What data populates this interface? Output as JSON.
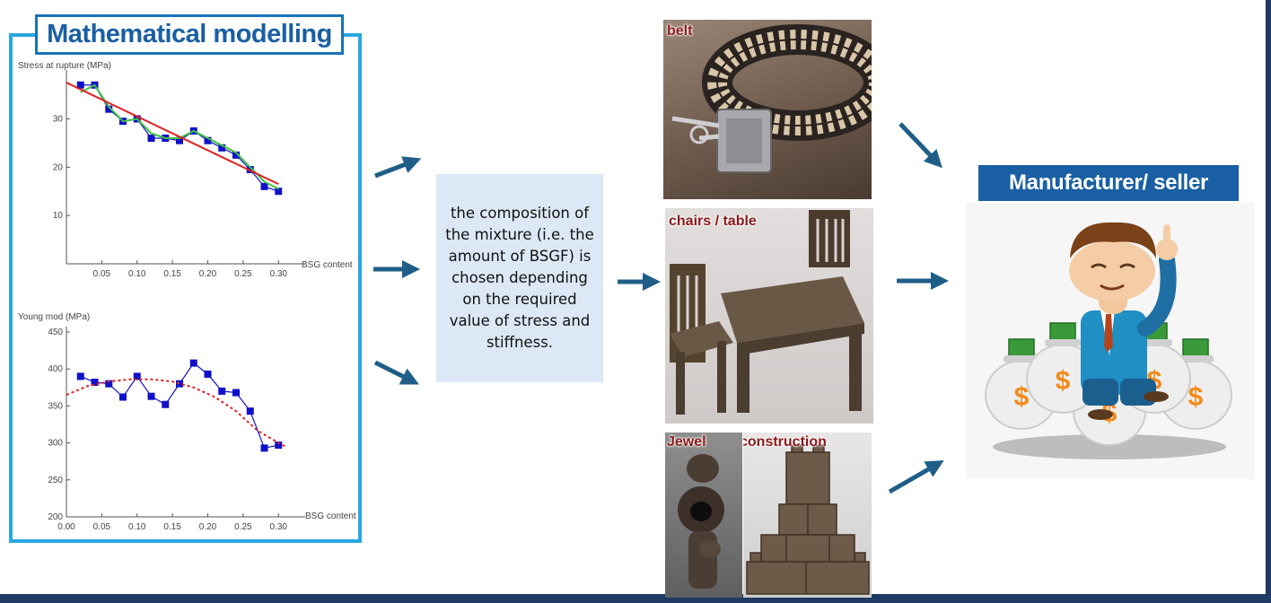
{
  "modelling": {
    "title": "Mathematical modelling"
  },
  "colors": {
    "frame": "#29a7df",
    "title_border": "#1a73b8",
    "arrow": "#1f5f87",
    "measured": "#1010c8",
    "fit_red": "#e02020",
    "fit_green": "#40c040"
  },
  "chart_data": [
    {
      "type": "line",
      "ylabel": "Stress at rupture (MPa)",
      "xlabel": "BSG content",
      "x_ticks": [
        "0.05",
        "0.10",
        "0.15",
        "0.20",
        "0.25",
        "0.30"
      ],
      "y_ticks": [
        "10",
        "20",
        "30"
      ],
      "xlim": [
        0,
        0.32
      ],
      "ylim": [
        0,
        39
      ],
      "series": [
        {
          "name": "",
          "style": "square-markers",
          "x": [
            0.02,
            0.04,
            0.06,
            0.08,
            0.1,
            0.12,
            0.14,
            0.16,
            0.18,
            0.2,
            0.22,
            0.24,
            0.26,
            0.28,
            0.3
          ],
          "values": [
            37,
            37,
            32,
            29.5,
            30,
            26,
            26,
            25.5,
            27.5,
            25.5,
            24,
            22.5,
            19.5,
            16,
            15
          ]
        },
        {
          "name": "",
          "style": "green-smooth",
          "x": [
            0.02,
            0.04,
            0.06,
            0.08,
            0.1,
            0.12,
            0.14,
            0.16,
            0.18,
            0.2,
            0.22,
            0.24,
            0.26,
            0.28,
            0.3
          ],
          "values": [
            35.5,
            37,
            32.5,
            29.5,
            30,
            27,
            26,
            26,
            27.5,
            26,
            24.5,
            23,
            20,
            17,
            15.5
          ]
        },
        {
          "name": "",
          "style": "red-linear-fit",
          "x": [
            0.0,
            0.3
          ],
          "values": [
            37.5,
            16.5
          ]
        }
      ]
    },
    {
      "type": "line",
      "ylabel": "Young mod (MPa)",
      "xlabel": "BSG content",
      "x_ticks": [
        "0.00",
        "0.05",
        "0.10",
        "0.15",
        "0.20",
        "0.25",
        "0.30"
      ],
      "y_ticks": [
        "200",
        "250",
        "300",
        "350",
        "400",
        "450"
      ],
      "xlim": [
        0,
        0.32
      ],
      "ylim": [
        200,
        450
      ],
      "series": [
        {
          "name": "",
          "style": "square-markers",
          "x": [
            0.02,
            0.04,
            0.06,
            0.08,
            0.1,
            0.12,
            0.14,
            0.16,
            0.18,
            0.2,
            0.22,
            0.24,
            0.26,
            0.28,
            0.3
          ],
          "values": [
            390,
            382,
            380,
            362,
            390,
            363,
            352,
            380,
            408,
            393,
            370,
            368,
            343,
            293,
            297
          ]
        },
        {
          "name": "",
          "style": "red-dashed-fit",
          "x": [
            0.0,
            0.03,
            0.06,
            0.09,
            0.12,
            0.15,
            0.18,
            0.21,
            0.24,
            0.27,
            0.3,
            0.31
          ],
          "values": [
            365,
            377,
            383,
            386,
            386,
            383,
            375,
            362,
            343,
            317,
            300,
            295
          ]
        }
      ]
    }
  ],
  "center": {
    "text": "the composition of the mixture (i.e. the amount of BSGF) is chosen depending on the required value of stress and stiffness."
  },
  "products": {
    "belt": "belt",
    "chairs": "chairs / table",
    "jewel": "Jewel",
    "construction": "construction"
  },
  "manufacturer": {
    "title": "Manufacturer/ seller",
    "symbol": "$"
  }
}
